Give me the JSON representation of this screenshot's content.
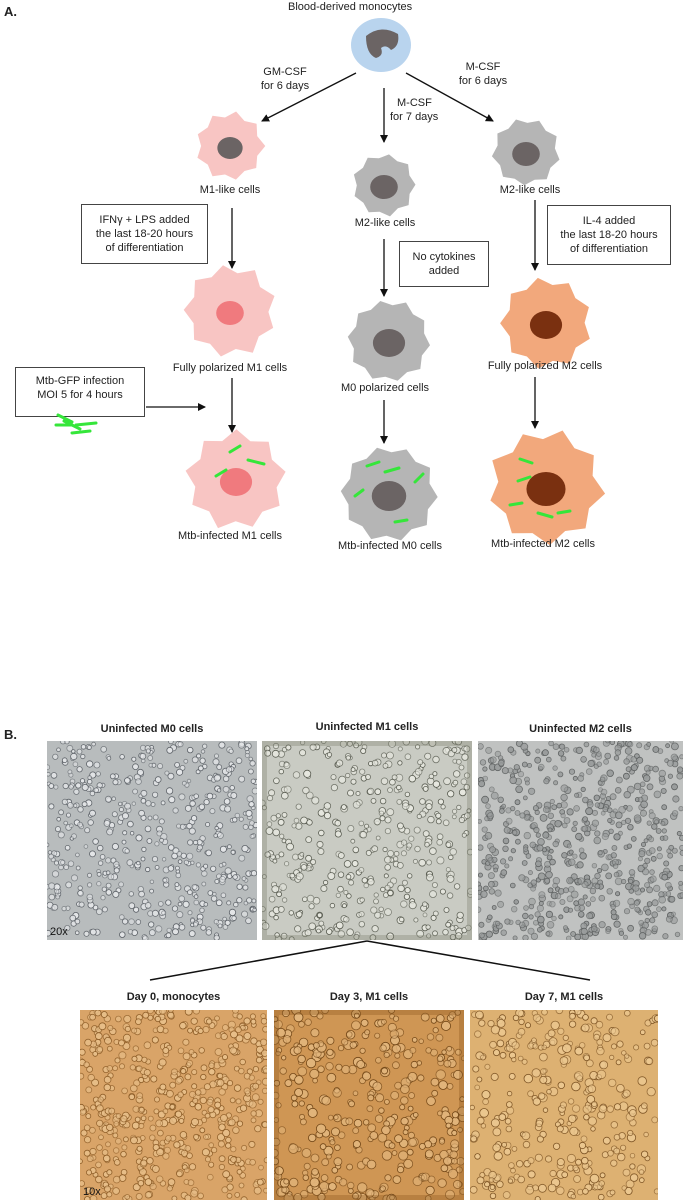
{
  "panel_a": {
    "label": "A.",
    "source": "Blood-derived monocytes",
    "routes": {
      "left": [
        "GM-CSF",
        "for 6 days"
      ],
      "middle": [
        "M-CSF",
        "for 7 days"
      ],
      "right": [
        "M-CSF",
        "for 6 days"
      ]
    },
    "cells": {
      "m1_like": "M1-like cells",
      "m2_like_mid": "M2-like cells",
      "m2_like_right": "M2-like cells",
      "m1_polarized": "Fully polarized M1 cells",
      "m0_polarized": "M0 polarized cells",
      "m2_polarized": "Fully polarized M2 cells",
      "m1_infected": "Mtb-infected M1 cells",
      "m0_infected": "Mtb-infected M0 cells",
      "m2_infected": "Mtb-infected M2 cells"
    },
    "boxes": {
      "m1_stim": [
        "IFNγ + LPS added",
        "the last 18-20 hours",
        "of differentiation"
      ],
      "no_cyto": [
        "No cytokines",
        "added"
      ],
      "m2_stim": [
        "IL-4 added",
        "the last 18-20 hours",
        "of differentiation"
      ],
      "infection": [
        "Mtb-GFP infection",
        "MOI 5 for 4 hours"
      ]
    }
  },
  "panel_b": {
    "label": "B.",
    "top": [
      {
        "title": "Uninfected M0 cells"
      },
      {
        "title": "Uninfected M1 cells"
      },
      {
        "title": "Uninfected M2 cells"
      }
    ],
    "top_mag": "20x",
    "bottom": [
      {
        "title": "Day 0, monocytes"
      },
      {
        "title": "Day 3, M1 cells"
      },
      {
        "title": "Day 7, M1 cells"
      }
    ],
    "bottom_mag": "10x"
  },
  "colors": {
    "monocyte": "#b9d4ee",
    "m1": "#f8c5c3",
    "m1_nucleus_active": "#f07a7e",
    "gray_cell": "#b5b5b5",
    "nucleus": "#6b6464",
    "m2": "#f2a87c",
    "m2_nucleus": "#7a3010",
    "bacteria": "#35e63a",
    "micro_gray": "#b8bcbd",
    "micro_m1": "#c9cbc3",
    "micro_brown": "#d9a468"
  }
}
